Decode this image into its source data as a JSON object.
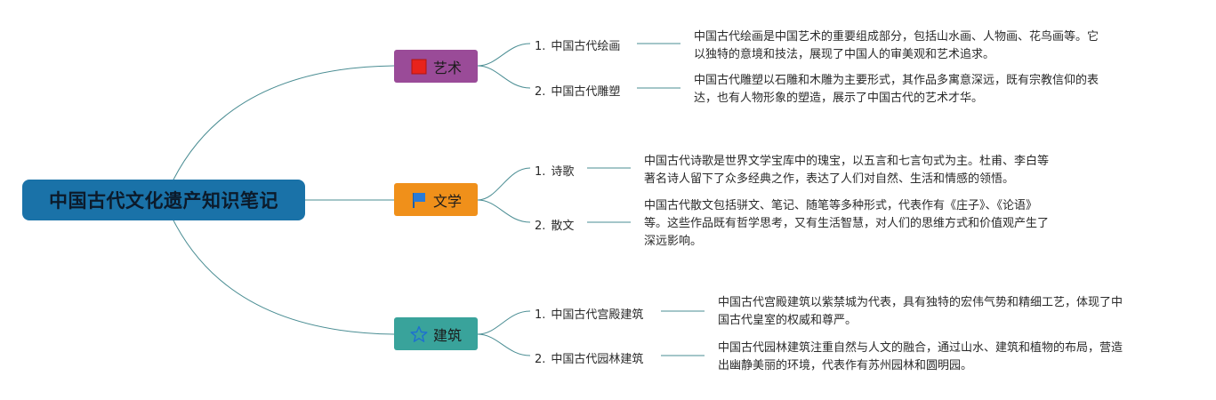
{
  "root": {
    "title": "中国古代文化遗产知识笔记"
  },
  "branches": [
    {
      "label": "艺术",
      "icon": "red-square-icon",
      "color": "#9a4b98",
      "items": [
        {
          "number": "1.",
          "title": "中国古代绘画",
          "note_lines": [
            "中国古代绘画是中国艺术的重要组成部分，包括山水画、人物画、花鸟画等。它",
            "以独特的意境和技法，展现了中国人的审美观和艺术追求。"
          ]
        },
        {
          "number": "2.",
          "title": "中国古代雕塑",
          "note_lines": [
            "中国古代雕塑以石雕和木雕为主要形式，其作品多寓意深远，既有宗教信仰的表",
            "达，也有人物形象的塑造，展示了中国古代的艺术才华。"
          ]
        }
      ]
    },
    {
      "label": "文学",
      "icon": "blue-flag-icon",
      "color": "#f0901a",
      "items": [
        {
          "number": "1.",
          "title": "诗歌",
          "note_lines": [
            "中国古代诗歌是世界文学宝库中的瑰宝，以五言和七言句式为主。杜甫、李白等",
            "著名诗人留下了众多经典之作，表达了人们对自然、生活和情感的领悟。"
          ]
        },
        {
          "number": "2.",
          "title": "散文",
          "note_lines": [
            "中国古代散文包括骈文、笔记、随笔等多种形式，代表作有《庄子》、《论语》",
            "等。这些作品既有哲学思考，又有生活智慧，对人们的思维方式和价值观产生了",
            "深远影响。"
          ]
        }
      ]
    },
    {
      "label": "建筑",
      "icon": "blue-star-icon",
      "color": "#39a39b",
      "items": [
        {
          "number": "1.",
          "title": "中国古代宫殿建筑",
          "note_lines": [
            "中国古代宫殿建筑以紫禁城为代表，具有独特的宏伟气势和精细工艺，体现了中",
            "国古代皇室的权威和尊严。"
          ]
        },
        {
          "number": "2.",
          "title": "中国古代园林建筑",
          "note_lines": [
            "中国古代园林建筑注重自然与人文的融合，通过山水、建筑和植物的布局，营造",
            "出幽静美丽的环境，代表作有苏州园林和圆明园。"
          ]
        }
      ]
    }
  ],
  "colors": {
    "link": "#4a8d93",
    "root_text": "#0c1a2a"
  }
}
